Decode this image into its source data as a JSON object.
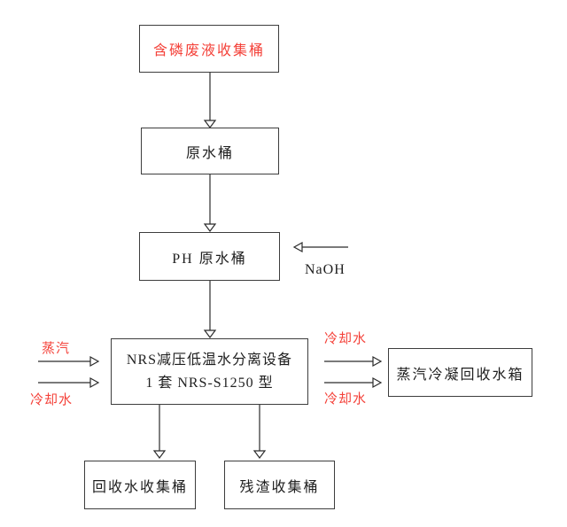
{
  "nodes": {
    "waste_collection": "含磷废液收集桶",
    "raw_water_tank": "原水桶",
    "ph_raw_water_tank": "PH 原水桶",
    "separator_name": "NRS减压低温水分离设备",
    "separator_model": "1 套 NRS-S1250 型",
    "condensate_tank": "蒸汽冷凝回收水箱",
    "recovered_water_tank": "回收水收集桶",
    "residue_tank": "残渣收集桶"
  },
  "streams": {
    "naoh": "NaOH",
    "steam_in": "蒸汽",
    "cooling_water_in": "冷却水",
    "cooling_water_out_top": "冷却水",
    "cooling_water_out_bottom": "冷却水"
  },
  "colors": {
    "stream_red": "#f4423a",
    "text_black": "#1f1f1f",
    "line_black": "#2b2b2b",
    "box_border": "#3d3d3d",
    "background": "#ffffff"
  }
}
